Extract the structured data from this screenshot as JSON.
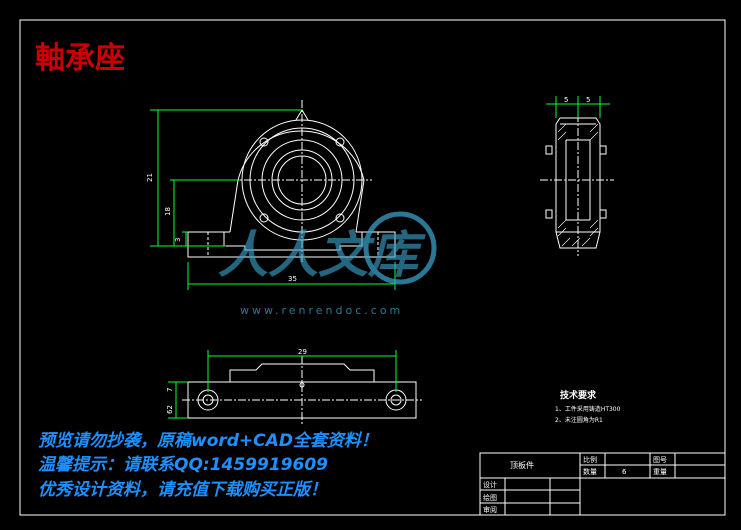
{
  "title": "軸承座",
  "dims": {
    "front_width": "35",
    "front_height_21": "21",
    "front_height_18": "18",
    "front_small": "3",
    "side_left": "5",
    "side_right": "5",
    "top_width": "29",
    "top_left_a": "7",
    "top_left_b": "62"
  },
  "tech": {
    "heading": "技术要求",
    "line1": "1、工件采用铸造HT300",
    "line2": "2、未注圆角为R1"
  },
  "watermark": {
    "brand": "人人文库",
    "url": "www.renrendoc.com"
  },
  "notice": {
    "line1": "预览请勿抄袭，原稿word+CAD全套资料！",
    "line2": "温馨提示：请联系QQ:1459919609",
    "line3": "优秀设计资料，请充值下载购买正版！"
  },
  "titleblock": {
    "name": "顶板件",
    "scale_label": "比例",
    "drawing_no_label": "图号",
    "qty_label": "数量",
    "qty_value": "6",
    "weight_label": "重量",
    "design_label": "设计",
    "draw_label": "绘图",
    "review_label": "审阅"
  },
  "colors": {
    "outline": "#ffffff",
    "dimension": "#00ff3c",
    "title": "#cc0000",
    "notice": "#1e90ff",
    "watermark": "#3aa0c8"
  }
}
